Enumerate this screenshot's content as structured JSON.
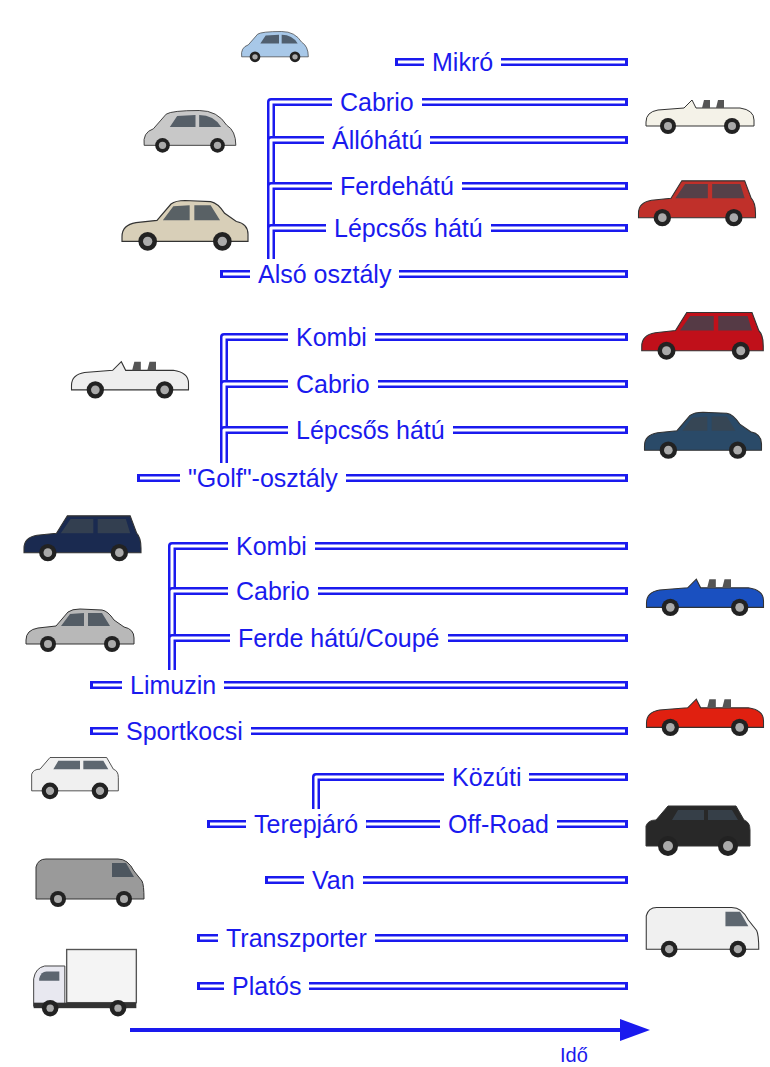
{
  "diagram": {
    "nodes": [
      {
        "text": [
          "Mikró"
        ]
      },
      {
        "text": [
          "Cabrio"
        ]
      },
      {
        "text": [
          "Állóhátú"
        ]
      },
      {
        "text": [
          "Ferdehátú"
        ]
      },
      {
        "text": [
          "Lépcsős hátú"
        ]
      },
      {
        "text": [
          "Alsó osztály"
        ]
      },
      {
        "text": [
          "Kombi"
        ]
      },
      {
        "text": [
          "Cabrio"
        ]
      },
      {
        "text": [
          "Lépcsős hátú"
        ]
      },
      {
        "text": [
          "\"Golf\"-osztály"
        ]
      },
      {
        "text": [
          "Kombi"
        ]
      },
      {
        "text": [
          "Cabrio"
        ]
      },
      {
        "text": [
          "Ferde hátú/Coupé"
        ]
      },
      {
        "text": [
          "Limuzin"
        ]
      },
      {
        "text": [
          "Sportkocsi"
        ]
      },
      {
        "text": [
          "Közúti"
        ]
      },
      {
        "text": [
          "Terepjáró"
        ]
      },
      {
        "text": [
          "Off-Road"
        ]
      },
      {
        "text": [
          "Van"
        ]
      },
      {
        "text": [
          "Transzporter"
        ]
      },
      {
        "text": [
          "Platós"
        ]
      }
    ],
    "edges": [
      {
        "from": 5,
        "to": 1,
        "arrow": "none"
      },
      {
        "from": 5,
        "to": 2,
        "arrow": "none"
      },
      {
        "from": 5,
        "to": 3,
        "arrow": "none"
      },
      {
        "from": 5,
        "to": 4,
        "arrow": "none"
      },
      {
        "from": 9,
        "to": 6,
        "arrow": "none"
      },
      {
        "from": 9,
        "to": 7,
        "arrow": "none"
      },
      {
        "from": 9,
        "to": 8,
        "arrow": "none"
      },
      {
        "from": 13,
        "to": 10,
        "arrow": "none"
      },
      {
        "from": 13,
        "to": 11,
        "arrow": "none"
      },
      {
        "from": 13,
        "to": 12,
        "arrow": "none"
      },
      {
        "from": 16,
        "to": 15,
        "arrow": "none"
      },
      {
        "from": 16,
        "to": 17,
        "arrow": "none"
      }
    ],
    "labels": [
      "Idő"
    ]
  }
}
